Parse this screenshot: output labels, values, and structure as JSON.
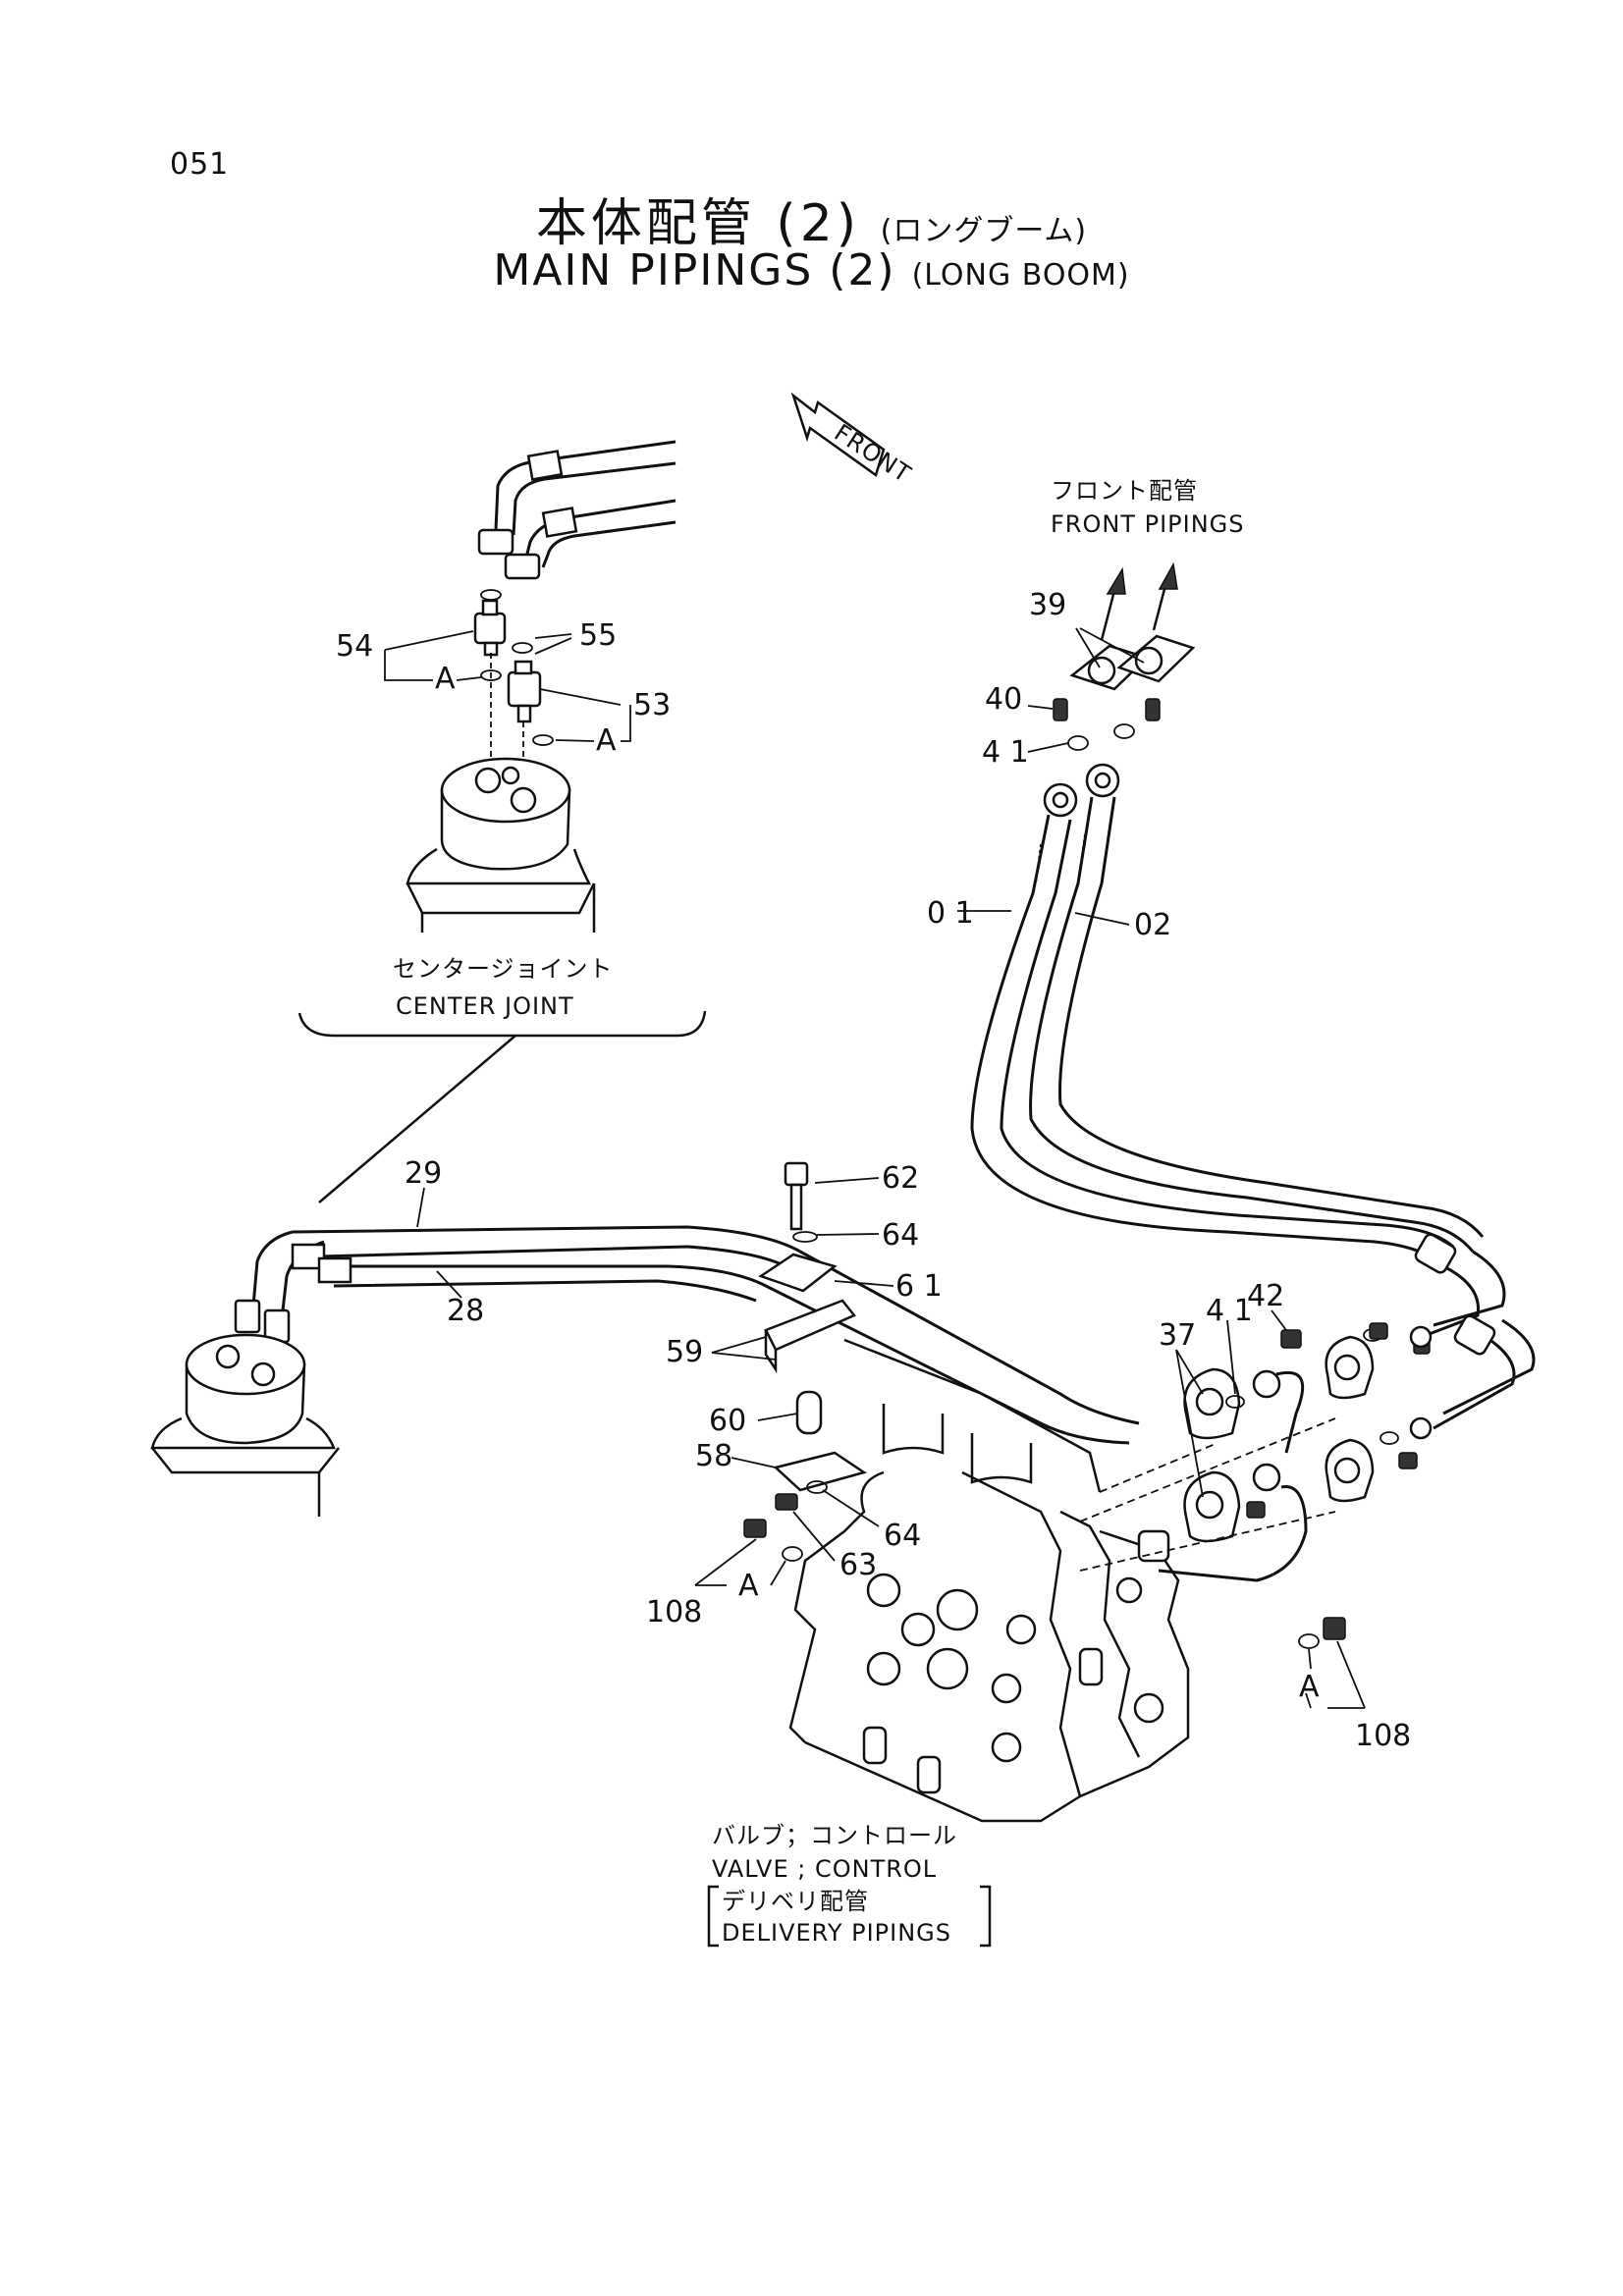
{
  "page_number": "051",
  "title": {
    "jp": "本体配管 (2)",
    "jp_sub": "(ロングブーム)",
    "en": "MAIN PIPINGS (2)",
    "en_sub": "(LONG BOOM)"
  },
  "front_marker": "FRONT",
  "captions": {
    "front_pipings_jp": "フロント配管",
    "front_pipings_en": "FRONT PIPINGS",
    "center_joint_jp": "センタージョイント",
    "center_joint_en": "CENTER JOINT",
    "valve_jp": "バルブ；コントロール",
    "valve_en": "VALVE ; CONTROL",
    "delivery_jp": "デリベリ配管",
    "delivery_en": "DELIVERY PIPINGS"
  },
  "callouts": {
    "p54": "54",
    "p55": "55",
    "p53": "53",
    "a1": "A",
    "a2": "A",
    "p39": "39",
    "p40": "40",
    "p41a": "4 1",
    "p01": "0 1",
    "p02": "02",
    "p29": "29",
    "p28": "28",
    "p62": "62",
    "p64a": "64",
    "p61": "6 1",
    "p59": "59",
    "p60": "60",
    "p58": "58",
    "p64b": "64",
    "p63": "63",
    "p108a": "108",
    "a3": "A",
    "p37": "37",
    "p41b": "4 1",
    "p42": "42",
    "a4": "A",
    "p108b": "108"
  }
}
